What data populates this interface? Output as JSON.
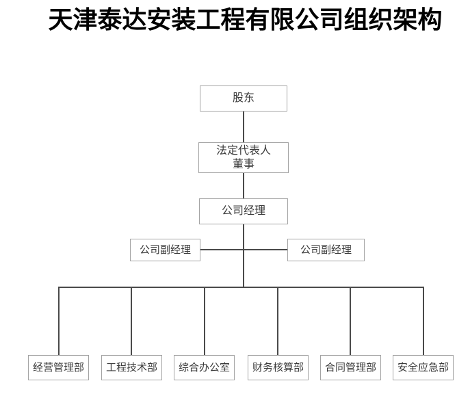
{
  "title": "天津泰达安装工程有限公司组织架构",
  "nodes": {
    "shareholder": "股东",
    "legal_rep_line1": "法定代表人",
    "legal_rep_line2": "董事",
    "manager": "公司经理",
    "deputy_left": "公司副经理",
    "deputy_right": "公司副经理",
    "departments": [
      "经营管理部",
      "工程技术部",
      "综合办公室",
      "财务核算部",
      "合同管理部",
      "安全应急部"
    ]
  },
  "hierarchy": {
    "root": "股东",
    "levels": [
      [
        "股东"
      ],
      [
        "法定代表人 董事"
      ],
      [
        "公司经理"
      ],
      [
        "公司副经理",
        "公司副经理"
      ],
      [
        "经营管理部",
        "工程技术部",
        "综合办公室",
        "财务核算部",
        "合同管理部",
        "安全应急部"
      ]
    ]
  },
  "colors": {
    "background": "#ffffff",
    "title_text": "#000000",
    "box_border": "#a3a3a3",
    "box_text": "#3b3b3b",
    "connector_line": "#4a4a4a"
  }
}
